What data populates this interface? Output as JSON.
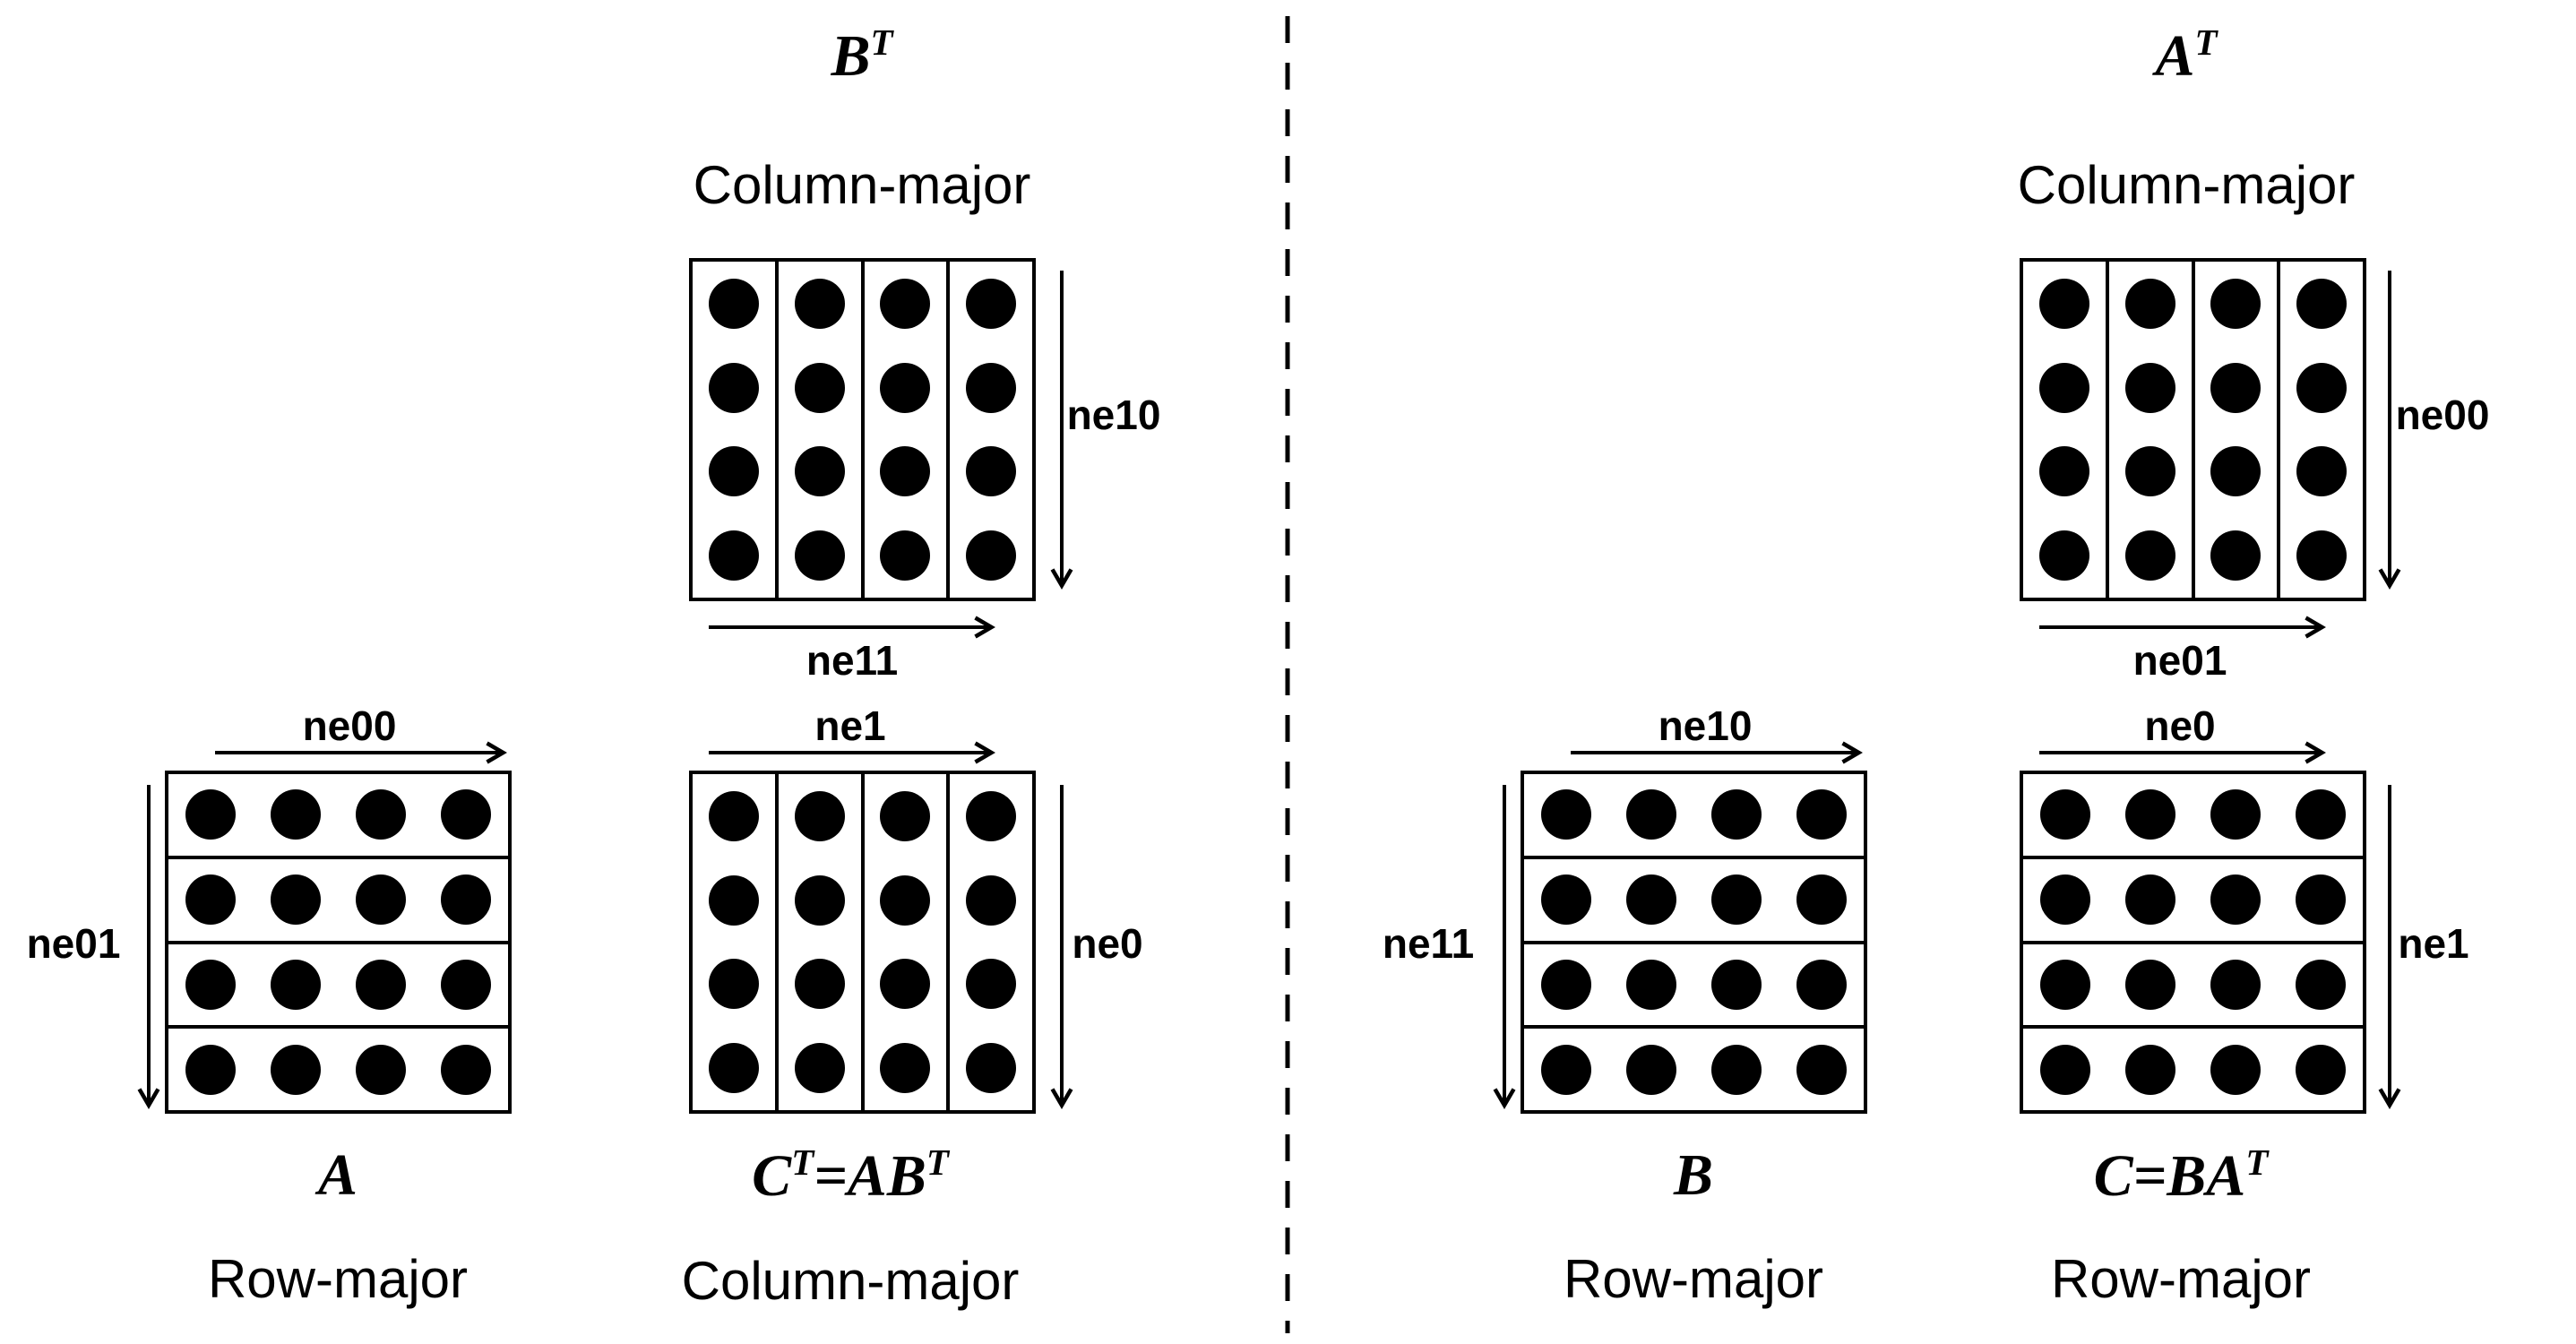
{
  "colors": {
    "ink": "#000000",
    "background": "#ffffff"
  },
  "matrix_grid": {
    "rows": 4,
    "cols": 4
  },
  "left_panel": {
    "bt": {
      "name_base": "B",
      "name_sup": "T",
      "layout": "Column-major",
      "vaxis": "ne10",
      "haxis": "ne11"
    },
    "a": {
      "name_base": "A",
      "layout": "Row-major",
      "haxis": "ne00",
      "vaxis": "ne01"
    },
    "ct": {
      "s0": "C",
      "s1": "T",
      "s2": "=AB",
      "s3": "T",
      "layout": "Column-major",
      "haxis": "ne1",
      "vaxis": "ne0"
    }
  },
  "right_panel": {
    "at": {
      "name_base": "A",
      "name_sup": "T",
      "layout": "Column-major",
      "vaxis": "ne00",
      "haxis": "ne01"
    },
    "b": {
      "name_base": "B",
      "layout": "Row-major",
      "haxis": "ne10",
      "vaxis": "ne11"
    },
    "c": {
      "s0": "C=BA",
      "s1": "T",
      "layout": "Row-major",
      "haxis": "ne0",
      "vaxis": "ne1"
    }
  }
}
